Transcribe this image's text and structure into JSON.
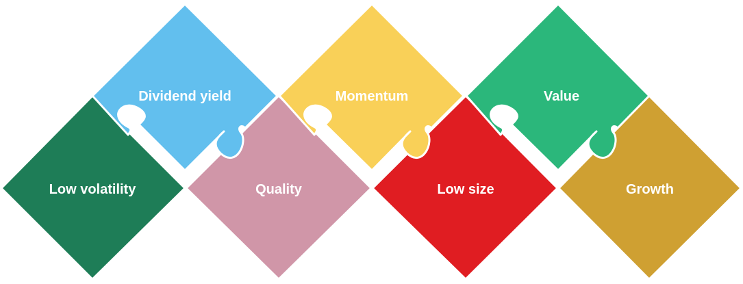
{
  "pieces": [
    {
      "id": "low-volatility",
      "label": "Low volatility",
      "color": "#1e7d57"
    },
    {
      "id": "dividend-yield",
      "label": "Dividend yield",
      "color": "#62bfee"
    },
    {
      "id": "quality",
      "label": "Quality",
      "color": "#d096a8"
    },
    {
      "id": "momentum",
      "label": "Momentum",
      "color": "#f9d058"
    },
    {
      "id": "low-size",
      "label": "Low size",
      "color": "#e01d22"
    },
    {
      "id": "value",
      "label": "Value",
      "color": "#2bb77b"
    },
    {
      "id": "growth",
      "label": "Growth",
      "color": "#cfa032"
    }
  ]
}
